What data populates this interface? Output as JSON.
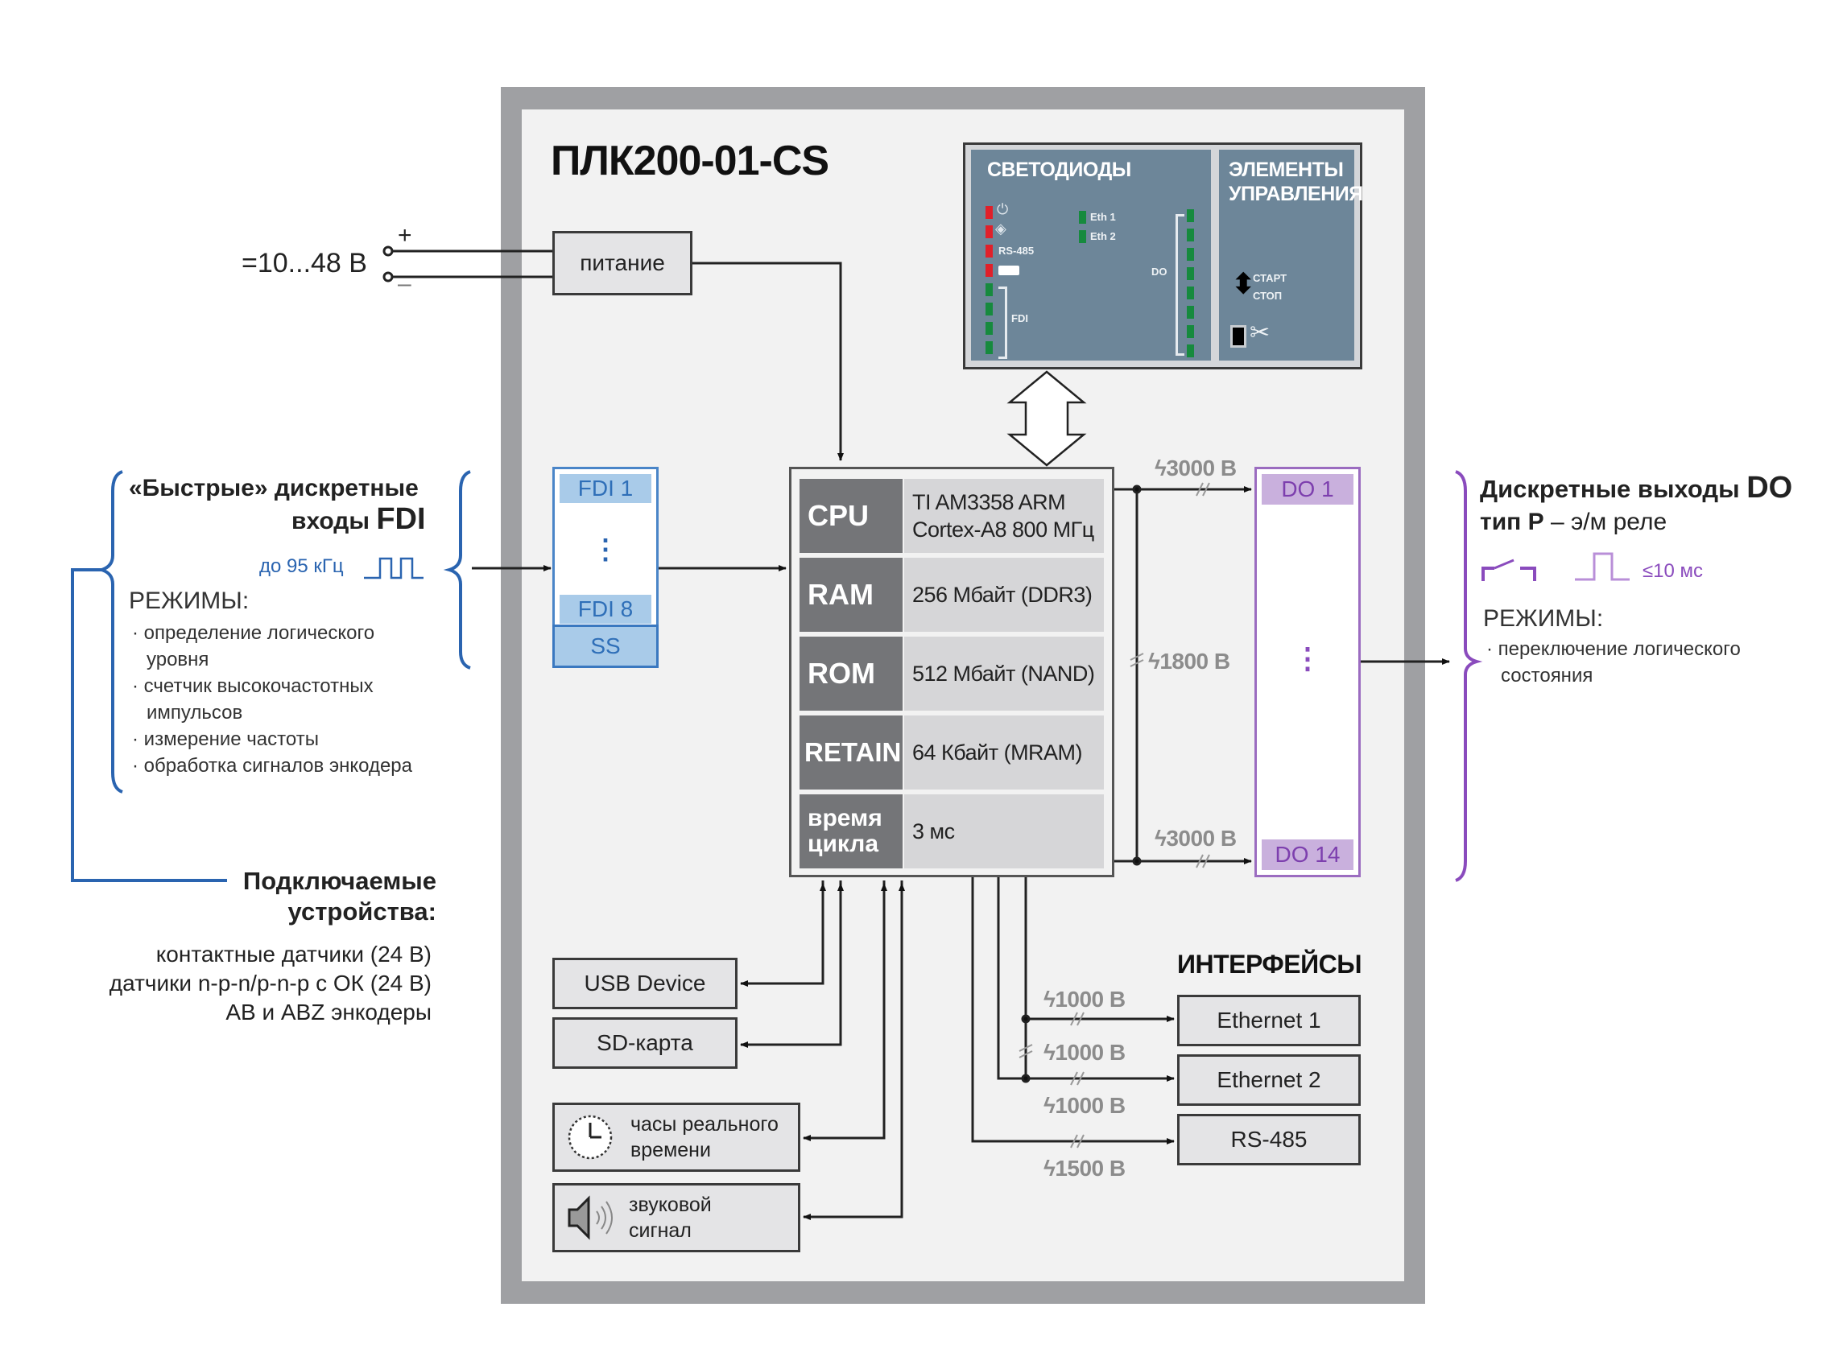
{
  "title": "ПЛК200-01-CS",
  "power": {
    "voltage": "=10...48 В",
    "plus": "+",
    "minus": "–",
    "box_label": "питание"
  },
  "led_panel": {
    "leds_header": "СВЕТОДИОДЫ",
    "controls_header_line1": "ЭЛЕМЕНТЫ",
    "controls_header_line2": "УПРАВЛЕНИЯ",
    "status_leds": [
      {
        "label": "power-symbol",
        "color": "#e0202a"
      },
      {
        "label": "error-symbol",
        "color": "#e0202a"
      },
      {
        "label": "RS-485",
        "color": "#e0202a"
      },
      {
        "label": "battery-symbol",
        "color": "#e0202a"
      }
    ],
    "eth_leds": [
      {
        "label": "Eth 1"
      },
      {
        "label": "Eth 2"
      }
    ],
    "fdi_label": "FDI",
    "fdi_led_count": 4,
    "do_label": "DO",
    "do_led_count": 8,
    "start_label": "СТАРТ",
    "stop_label": "СТОП"
  },
  "fdi_block": {
    "first": "FDI 1",
    "last": "FDI 8",
    "ellipsis": "⋮",
    "common": "SS"
  },
  "core": {
    "rows": [
      {
        "key": "CPU",
        "value_line1": "TI AM3358 ARM",
        "value_line2": "Cortex-A8 800 МГц"
      },
      {
        "key": "RAM",
        "value_line1": "256 Мбайт (DDR3)",
        "value_line2": ""
      },
      {
        "key": "ROM",
        "value_line1": "512 Мбайт (NAND)",
        "value_line2": ""
      },
      {
        "key": "RETAIN",
        "value_line1": "64 Кбайт (MRAM)",
        "value_line2": ""
      },
      {
        "key": "время\nцикла",
        "key_line1": "время",
        "key_line2": "цикла",
        "value_line1": "3 мс",
        "value_line2": ""
      }
    ]
  },
  "do_block": {
    "first": "DO 1",
    "last": "DO 14",
    "ellipsis": "⋮"
  },
  "isolation": {
    "do1": "3000 В",
    "do_group": "1800 В",
    "do14": "3000 В",
    "eth1": "1000 В",
    "eth_between": "1000 В",
    "eth2": "1000 В",
    "rs485": "1500 В",
    "symbol": "ϟ"
  },
  "peripherals": {
    "usb": "USB Device",
    "sd": "SD-карта",
    "rtc_line1": "часы реального",
    "rtc_line2": "времени",
    "buzzer_line1": "звуковой",
    "buzzer_line2": "сигнал"
  },
  "interfaces": {
    "header": "ИНТЕРФЕЙСЫ",
    "items": [
      "Ethernet 1",
      "Ethernet 2",
      "RS-485"
    ]
  },
  "fdi_description": {
    "title_line1": "«Быстрые» дискретные",
    "title_line2_prefix": "входы ",
    "title_line2_bold": "FDI",
    "frequency": "до 95 кГц",
    "modes_header": "РЕЖИМЫ:",
    "modes": [
      "определение логического",
      "уровня",
      "счетчик высокочастотных",
      "импульсов",
      "измерение частоты",
      "обработка сигналов энкодера"
    ],
    "mode_bullets": [
      true,
      false,
      true,
      false,
      true,
      true
    ]
  },
  "devices": {
    "title_line1": "Подключаемые",
    "title_line2": "устройства:",
    "items": [
      "контактные датчики (24 В)",
      "датчики n-p-n/p-n-p с ОК (24 В)",
      "АВ и ABZ энкодеры"
    ]
  },
  "do_description": {
    "title_line1_prefix": "Дискретные выходы ",
    "title_line1_bold": "DO",
    "title_line2_bold": "тип Р",
    "title_line2_rest": " – э/м реле",
    "switch_time": "≤10 мс",
    "modes_header": "РЕЖИМЫ:",
    "modes": [
      "переключение логического",
      "состояния"
    ],
    "mode_bullets": [
      true,
      false
    ]
  },
  "colors": {
    "fdi_accent": "#2a64b0",
    "do_accent": "#8a4bbd",
    "panel": "#6d8699",
    "housing": "#9fa0a3",
    "led_red": "#e0202a",
    "led_green": "#168a3e"
  }
}
